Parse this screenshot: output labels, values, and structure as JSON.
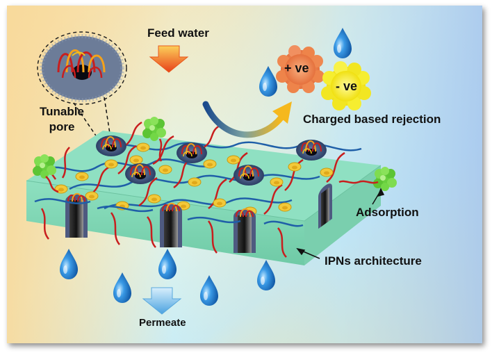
{
  "labels": {
    "feed_water": "Feed water",
    "tunable_pore": "Tunable pore",
    "positive": "+ ve",
    "negative": "- ve",
    "rejection": "Charged based rejection",
    "adsorption": "Adsorption",
    "ipn": "IPNs architecture",
    "permeate": "Permeate"
  },
  "colors": {
    "membrane_top": "#8fe0c2",
    "membrane_side": "#7dd3b2",
    "positive_particle": "#f08a55",
    "negative_particle": "#f4ef2a",
    "water_drop": "#1473c8",
    "feed_arrow": "#f05a1e",
    "rejection_arrow": "#f5b81d",
    "permeate_arrow": "#6fb8e8",
    "contaminant": "#5ec83a"
  },
  "icons": [
    "water-drop-icon",
    "feed-arrow-icon",
    "rejection-arrow-icon",
    "permeate-arrow-icon",
    "contaminant-icon",
    "pore-icon"
  ]
}
